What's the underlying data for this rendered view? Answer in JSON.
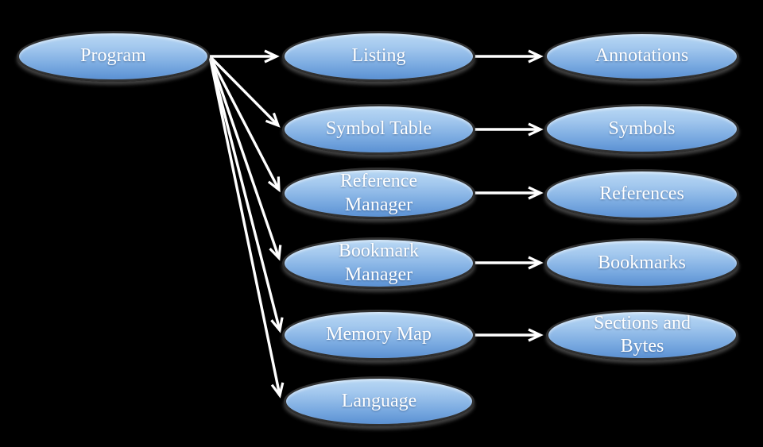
{
  "background_color": "#000000",
  "colors": {
    "node_fill_top": "#b9d8f4",
    "node_fill_bottom": "#5b91d3",
    "node_border": "#303030",
    "node_shadow": "#828282",
    "arrow": "#ffffff",
    "label_text": "#ffffff"
  },
  "nodes": {
    "program": "Program",
    "listing": "Listing",
    "symbol_table": "Symbol Table",
    "reference_manager": "Reference Manager",
    "bookmark_manager": "Bookmark Manager",
    "memory_map": "Memory Map",
    "language": "Language",
    "annotations": "Annotations",
    "symbols": "Symbols",
    "references": "References",
    "bookmarks": "Bookmarks",
    "sections_and_bytes": "Sections and Bytes"
  },
  "edges": [
    {
      "from": "program",
      "to": "listing"
    },
    {
      "from": "program",
      "to": "symbol_table"
    },
    {
      "from": "program",
      "to": "reference_manager"
    },
    {
      "from": "program",
      "to": "bookmark_manager"
    },
    {
      "from": "program",
      "to": "memory_map"
    },
    {
      "from": "program",
      "to": "language"
    },
    {
      "from": "listing",
      "to": "annotations"
    },
    {
      "from": "symbol_table",
      "to": "symbols"
    },
    {
      "from": "reference_manager",
      "to": "references"
    },
    {
      "from": "bookmark_manager",
      "to": "bookmarks"
    },
    {
      "from": "memory_map",
      "to": "sections_and_bytes"
    }
  ]
}
